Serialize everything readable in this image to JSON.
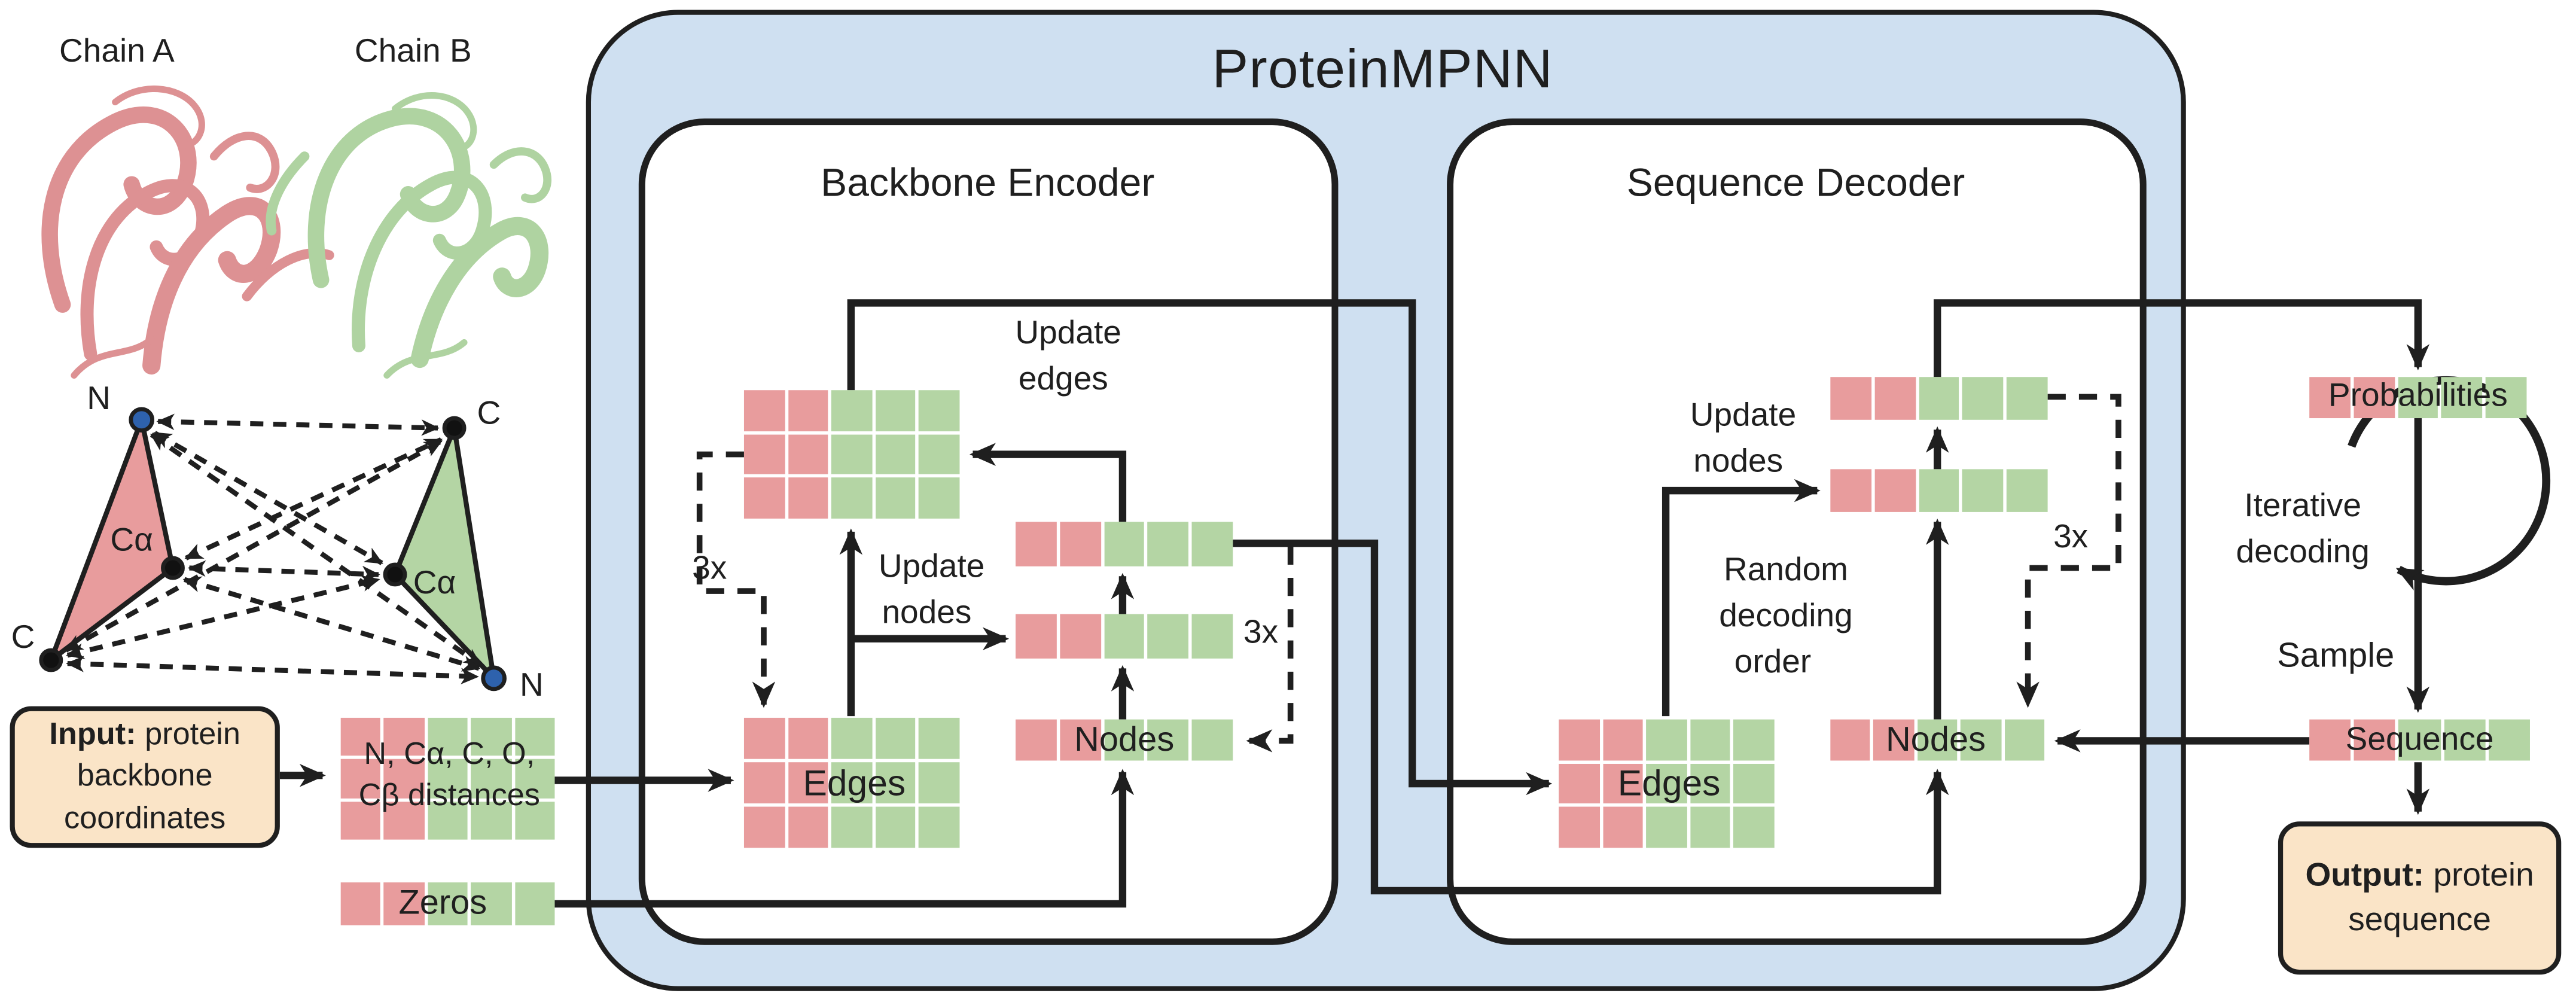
{
  "figure": {
    "title": "ProteinMPNN",
    "encoder_title": "Backbone Encoder",
    "decoder_title": "Sequence Decoder"
  },
  "left_panel": {
    "chain_a_label": "Chain A",
    "chain_b_label": "Chain B",
    "atom_labels": {
      "n_top": "N",
      "c_top": "C",
      "ca_left": "Cα",
      "ca_right": "Cα",
      "c_bottom": "C",
      "n_bottom": "N"
    },
    "input_box": {
      "prefix": "Input:",
      "line1": " protein",
      "line2": "backbone",
      "line3": "coordinates"
    },
    "distances_label_line1": "N, Cα, C, O,",
    "distances_label_line2": "Cβ distances",
    "zeros_label": "Zeros"
  },
  "encoder": {
    "update_word": "Update",
    "edges_word": "edges",
    "nodes_word": "nodes",
    "edges_label": "Edges",
    "nodes_label": "Nodes",
    "repeat_label": "3x"
  },
  "decoder": {
    "update_word": "Update",
    "nodes_word": "nodes",
    "random_line1": "Random",
    "random_line2": "decoding",
    "random_line3": "order",
    "edges_label": "Edges",
    "nodes_label": "Nodes",
    "repeat_label": "3x"
  },
  "output_panel": {
    "probabilities_label": "Probabilities",
    "iterative_line1": "Iterative",
    "iterative_line2": "decoding",
    "sample_label": "Sample",
    "sequence_label": "Sequence",
    "output_box": {
      "prefix": "Output:",
      "line1": " protein",
      "line2": "sequence"
    }
  },
  "grid_pattern": [
    "pink",
    "pink",
    "green",
    "green",
    "green"
  ],
  "colors": {
    "pink": "#e89c9d",
    "green": "#b4d5a4",
    "blue_fill": "#cfe0f1",
    "tan_fill": "#fae4c7",
    "ink": "#1f1f1f",
    "atom_blue": "#2e62ad"
  }
}
